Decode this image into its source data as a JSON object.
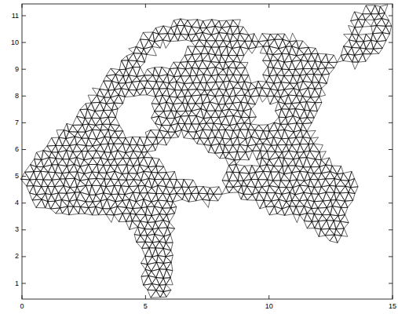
{
  "diagram": {
    "labels": [
      "0",
      "5",
      "10",
      "15",
      "1",
      "2",
      "3",
      "4",
      "5",
      "6",
      "7",
      "8",
      "9",
      "10",
      "11"
    ]
  }
}
